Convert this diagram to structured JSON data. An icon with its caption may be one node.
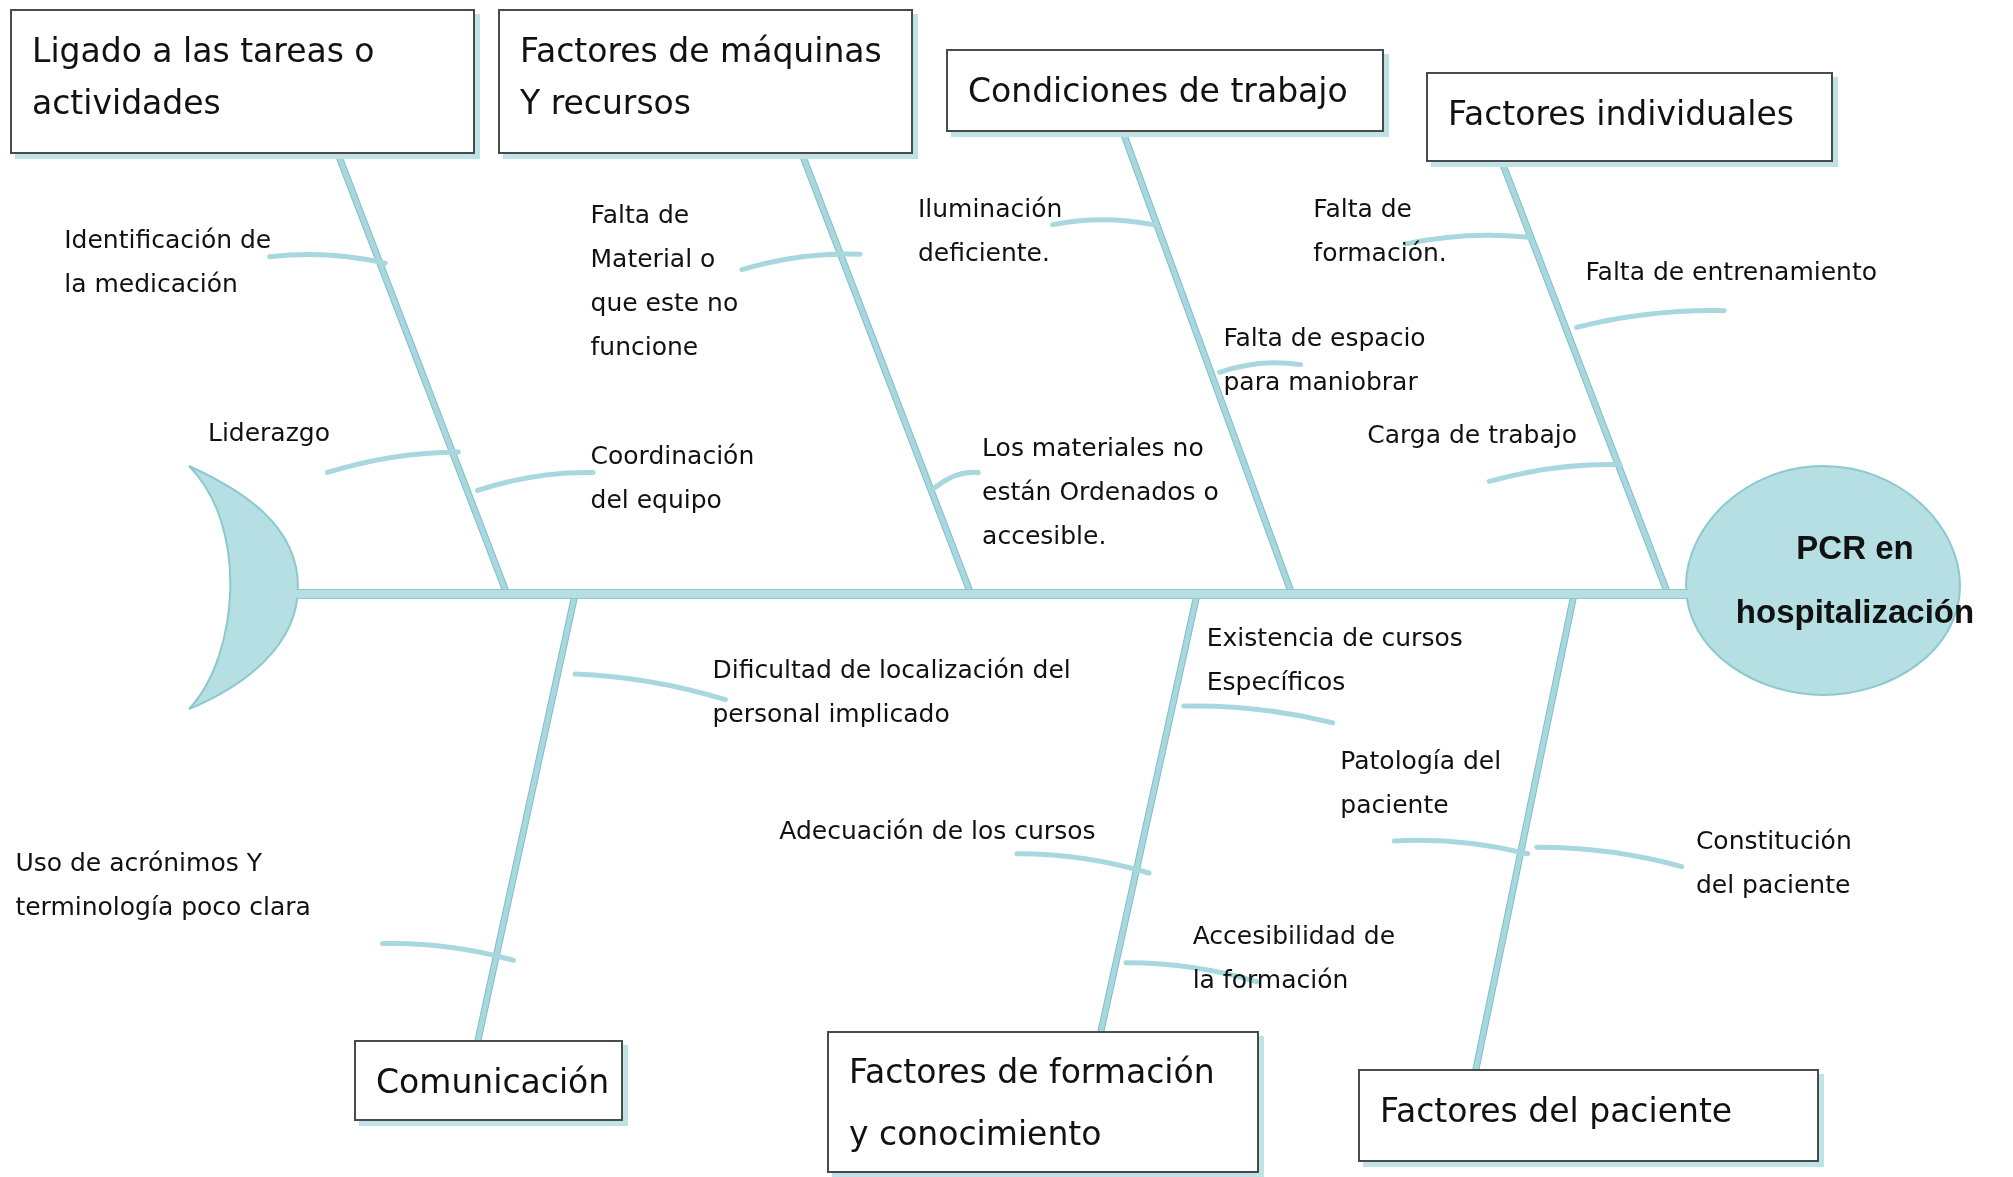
{
  "diagram": {
    "nodes": [
      {
        "text": [
          "Ligado a las tareas o actividades"
        ]
      },
      {
        "text": [
          "Factores de máquinas Y recursos"
        ]
      },
      {
        "text": [
          "Condiciones de trabajo"
        ]
      },
      {
        "text": [
          "Factores individuales"
        ]
      },
      {
        "text": [
          "Comunicación"
        ]
      },
      {
        "text": [
          "Factores de formación y conocimiento"
        ]
      },
      {
        "text": [
          "Factores del paciente"
        ]
      },
      {
        "text": [
          "PCR en hospitalización"
        ]
      },
      {
        "text": [],
        "shape": "crescent"
      },
      {
        "text": [],
        "shape": "bar"
      }
    ],
    "edges": [
      {
        "from": 0,
        "to": 9,
        "arrow": "none"
      },
      {
        "from": 1,
        "to": 9,
        "arrow": "none"
      },
      {
        "from": 2,
        "to": 9,
        "arrow": "none"
      },
      {
        "from": 3,
        "to": 9,
        "arrow": "none"
      },
      {
        "from": 4,
        "to": 9,
        "arrow": "none"
      },
      {
        "from": 5,
        "to": 9,
        "arrow": "none"
      },
      {
        "from": 6,
        "to": 9,
        "arrow": "none"
      }
    ],
    "labels": [
      "Identificación de la medicación",
      "Liderazgo",
      "Falta de Material o que este no funcione",
      "Coordinación del equipo",
      "Iluminación deficiente.",
      "Los materiales no están Ordenados o accesible.",
      "Falta de espacio para maniobrar",
      "Falta de formación.",
      "Falta de entrenamiento",
      "Carga de trabajo",
      "Dificultad de localización del personal implicado",
      "Uso de acrónimos Y terminología poco clara",
      "Existencia de cursos Específicos",
      "Adecuación de los cursos",
      "Accesibilidad de la formación",
      "Patología del paciente",
      "Constitución del paciente"
    ]
  }
}
